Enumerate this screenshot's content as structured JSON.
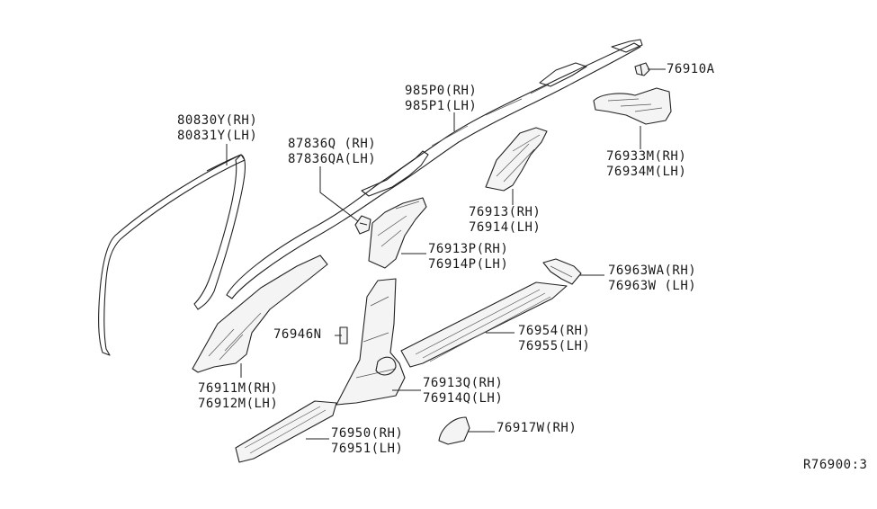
{
  "callouts": [
    {
      "id": "c80830",
      "lines": [
        "80830Y(RH)",
        "80831Y(LH)"
      ]
    },
    {
      "id": "c87836",
      "lines": [
        "87836Q (RH)",
        "87836QA(LH)"
      ]
    },
    {
      "id": "c985p",
      "lines": [
        "985P0(RH)",
        "985P1(LH)"
      ]
    },
    {
      "id": "c76910a",
      "lines": [
        "76910A"
      ]
    },
    {
      "id": "c76933m",
      "lines": [
        "76933M(RH)",
        "76934M(LH)"
      ]
    },
    {
      "id": "c76913",
      "lines": [
        "76913(RH)",
        "76914(LH)"
      ]
    },
    {
      "id": "c76913p",
      "lines": [
        "76913P(RH)",
        "76914P(LH)"
      ]
    },
    {
      "id": "c76963wa",
      "lines": [
        "76963WA(RH)",
        "76963W (LH)"
      ]
    },
    {
      "id": "c76946n",
      "lines": [
        "76946N"
      ]
    },
    {
      "id": "c76954",
      "lines": [
        "76954(RH)",
        "76955(LH)"
      ]
    },
    {
      "id": "c76911m",
      "lines": [
        "76911M(RH)",
        "76912M(LH)"
      ]
    },
    {
      "id": "c76913q",
      "lines": [
        "76913Q(RH)",
        "76914Q(LH)"
      ]
    },
    {
      "id": "c76950",
      "lines": [
        "76950(RH)",
        "76951(LH)"
      ]
    },
    {
      "id": "c76917w",
      "lines": [
        "76917W(RH)"
      ]
    }
  ],
  "diagram_code": "R76900:3"
}
